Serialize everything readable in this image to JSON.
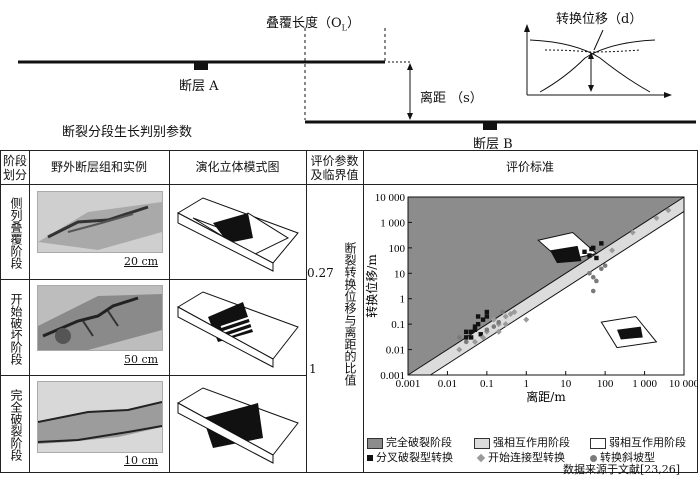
{
  "top": {
    "overlap_label": "叠覆长度（O",
    "overlap_sub": "L",
    "overlap_close": "）",
    "displacement_label": "转换位移（d）",
    "fault_a": "断层 A",
    "fault_b": "断层 B",
    "separation_label": "离距 （s）",
    "caption": "断裂分段生长判别参数"
  },
  "table": {
    "headers": {
      "stage": "阶段划分",
      "field": "野外断层组和实例",
      "model": "演化立体模式图",
      "param": "评价参数及临界值",
      "criteria": "评价标准"
    },
    "rows": [
      {
        "stage": "侧列叠覆阶段",
        "scale": "20 cm"
      },
      {
        "stage": "开始破坏阶段",
        "scale": "50 cm"
      },
      {
        "stage": "完全破裂阶段",
        "scale": "10 cm"
      }
    ],
    "threshold_1": "0.27",
    "threshold_2": "1",
    "param_text": "断裂转换位移与离距的比值"
  },
  "chart_data": {
    "type": "scatter",
    "xlabel": "离距/m",
    "ylabel": "转换位移/m",
    "xscale": "log",
    "yscale": "log",
    "xlim": [
      0.001,
      10000
    ],
    "ylim": [
      0.001,
      10000
    ],
    "x_ticks": [
      "0.001",
      "0.01",
      "0.1",
      "1",
      "10",
      "100",
      "1 000",
      "10 000"
    ],
    "y_ticks": [
      "0.001",
      "0.01",
      "0.1",
      "1",
      "10",
      "100",
      "1 000",
      "10 000"
    ],
    "regions": [
      {
        "name": "完全破裂阶段",
        "color": "#8c8c8c",
        "boundary_ratio": 1
      },
      {
        "name": "强相互作用阶段",
        "color": "#dcdcdc",
        "boundary_ratio": 0.27
      },
      {
        "name": "弱相互作用阶段",
        "color": "#ffffff"
      }
    ],
    "series": [
      {
        "name": "分叉破裂型转换",
        "marker": "square",
        "color": "#111111",
        "points": [
          [
            0.03,
            0.03
          ],
          [
            0.04,
            0.05
          ],
          [
            0.05,
            0.08
          ],
          [
            0.06,
            0.1
          ],
          [
            0.04,
            0.03
          ],
          [
            0.08,
            0.15
          ],
          [
            0.1,
            0.2
          ],
          [
            0.05,
            0.06
          ],
          [
            0.07,
            0.04
          ],
          [
            0.03,
            0.05
          ],
          [
            30,
            70
          ],
          [
            40,
            50
          ],
          [
            50,
            100
          ],
          [
            60,
            40
          ],
          [
            80,
            150
          ],
          [
            45,
            90
          ],
          [
            0.1,
            0.3
          ],
          [
            0.06,
            0.2
          ]
        ]
      },
      {
        "name": "开始连接型转换",
        "marker": "diamond",
        "color": "#9a9a9a",
        "points": [
          [
            0.02,
            0.01
          ],
          [
            0.05,
            0.02
          ],
          [
            0.1,
            0.05
          ],
          [
            0.2,
            0.1
          ],
          [
            0.3,
            0.2
          ],
          [
            0.15,
            0.15
          ],
          [
            0.5,
            0.3
          ],
          [
            0.08,
            0.03
          ],
          [
            0.3,
            0.1
          ],
          [
            1,
            0.15
          ],
          [
            0.2,
            0.05
          ],
          [
            0.4,
            0.25
          ],
          [
            2000,
            1500
          ],
          [
            500,
            400
          ],
          [
            4000,
            3000
          ],
          [
            150,
            80
          ]
        ]
      },
      {
        "name": "转换斜坡型",
        "marker": "circle",
        "color": "#7a7a7a",
        "points": [
          [
            0.02,
            0.03
          ],
          [
            0.03,
            0.02
          ],
          [
            0.15,
            0.08
          ],
          [
            0.2,
            0.12
          ],
          [
            0.25,
            0.3
          ],
          [
            0.1,
            0.06
          ],
          [
            50,
            7
          ],
          [
            80,
            15
          ],
          [
            100,
            20
          ],
          [
            60,
            5
          ],
          [
            50,
            2
          ],
          [
            40,
            10
          ]
        ]
      }
    ]
  },
  "legend": {
    "items": [
      {
        "label": "完全破裂阶段",
        "kind": "swatch",
        "color": "#8c8c8c"
      },
      {
        "label": "强相互作用阶段",
        "kind": "swatch",
        "color": "#dcdcdc"
      },
      {
        "label": "弱相互作用阶段",
        "kind": "swatch",
        "color": "#ffffff"
      },
      {
        "label": "分叉破裂型转换",
        "kind": "square",
        "color": "#111111"
      },
      {
        "label": "开始连接型转换",
        "kind": "diamond",
        "color": "#9a9a9a"
      },
      {
        "label": "转换斜坡型",
        "kind": "circle",
        "color": "#7a7a7a"
      }
    ],
    "source": "数据来源于文献[23,26]"
  }
}
